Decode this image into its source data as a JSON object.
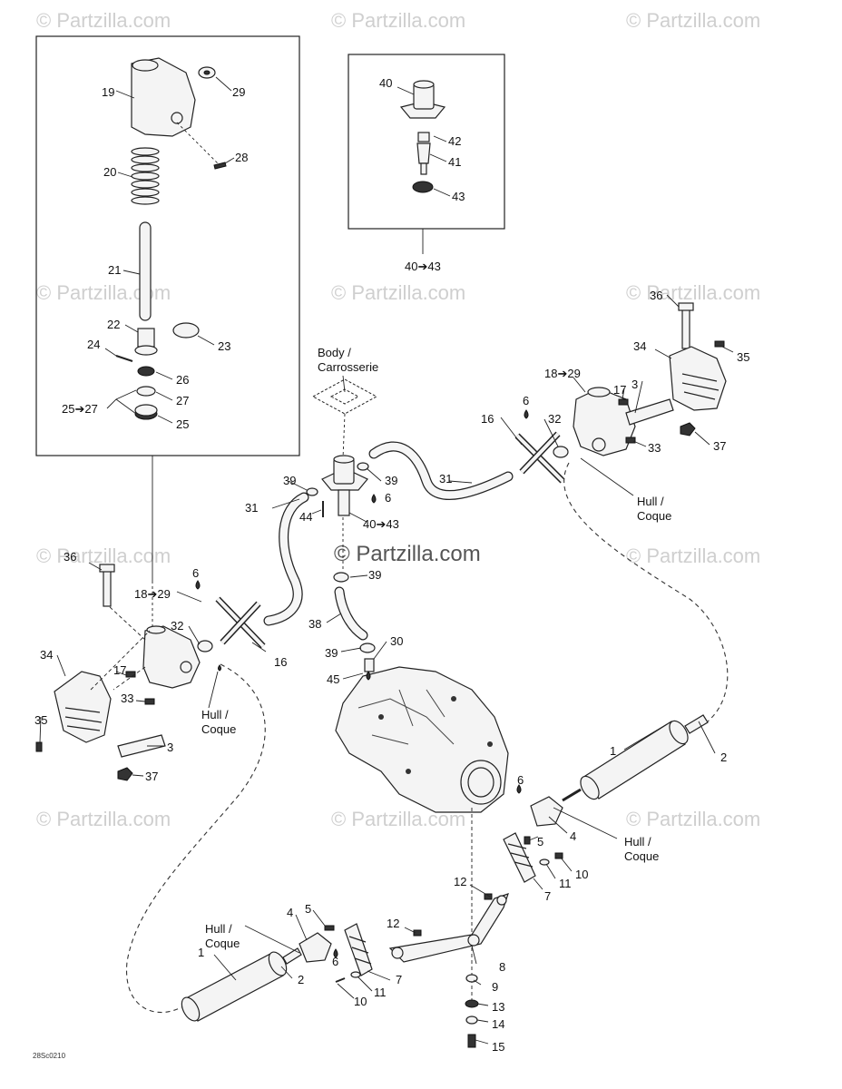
{
  "watermarks": {
    "copyright_text": "© Partzilla.com",
    "center_text": "© Partzilla.com"
  },
  "boxes": {
    "left_box": "left inset",
    "top_box": "top inset"
  },
  "labels": {
    "n1a": "1",
    "n1b": "1",
    "n2a": "2",
    "n2b": "2",
    "n3a": "3",
    "n3b": "3",
    "n4a": "4",
    "n4b": "4",
    "n5a": "5",
    "n5b": "5",
    "n6a": "6",
    "n6b": "6",
    "n6c": "6",
    "n6d": "6",
    "n6e": "6",
    "n7a": "7",
    "n7b": "7",
    "n8": "8",
    "n9": "9",
    "n10a": "10",
    "n10b": "10",
    "n11a": "11",
    "n11b": "11",
    "n12a": "12",
    "n12b": "12",
    "n13": "13",
    "n14": "14",
    "n15": "15",
    "n16a": "16",
    "n16b": "16",
    "n17a": "17",
    "n17b": "17",
    "n18a": "18➔29",
    "n18b": "18➔29",
    "n19": "19",
    "n20": "20",
    "n21": "21",
    "n22": "22",
    "n23": "23",
    "n24": "24",
    "n25a": "25➔27",
    "n25b": "25",
    "n26": "26",
    "n27": "27",
    "n28": "28",
    "n29": "29",
    "n30": "30",
    "n31a": "31",
    "n31b": "31",
    "n32a": "32",
    "n32b": "32",
    "n33a": "33",
    "n33b": "33",
    "n34a": "34",
    "n34b": "34",
    "n35a": "35",
    "n35b": "35",
    "n36a": "36",
    "n36b": "36",
    "n37a": "37",
    "n37b": "37",
    "n38": "38",
    "n39a": "39",
    "n39b": "39",
    "n39c": "39",
    "n39d": "39",
    "n40": "40",
    "n40a": "40➔43",
    "n40b": "40➔43",
    "n41": "41",
    "n42": "42",
    "n43": "43",
    "n44": "44",
    "n45": "45"
  },
  "callouts": {
    "body_l1": "Body /",
    "body_l2": "Carrosserie",
    "hull1_l1": "Hull /",
    "hull1_l2": "Coque",
    "hull2_l1": "Hull /",
    "hull2_l2": "Coque",
    "hull3_l1": "Hull /",
    "hull3_l2": "Coque",
    "hull4_l1": "Hull /",
    "hull4_l2": "Coque"
  },
  "footer": {
    "drawing_code": "28Sc0210"
  }
}
